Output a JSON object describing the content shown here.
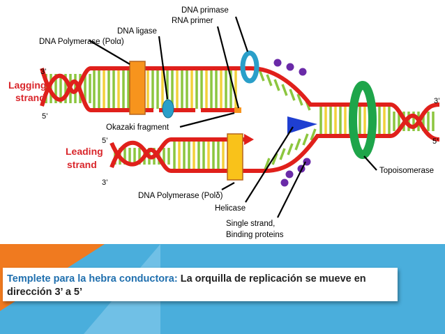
{
  "labels": {
    "dna_primase": "DNA primase",
    "rna_primer": "RNA primer",
    "dna_ligase": "DNA ligase",
    "pol_alpha": "DNA Polymerase (Polα)",
    "lagging_1": "Lagging",
    "lagging_2": "strand",
    "lag_3p": "3’",
    "lag_5p": "5’",
    "okazaki": "Okazaki fragment",
    "lead_5p": "5’",
    "leading_1": "Leading",
    "leading_2": "strand",
    "lead_3p": "3’",
    "right_3p": "3’",
    "right_5p": "5’",
    "topoisomerase": "Topoisomerase",
    "pol_delta": "DNA Polymerase (Polδ)",
    "helicase": "Helicase",
    "ssb_1": "Single strand,",
    "ssb_2": "Binding proteins"
  },
  "caption": {
    "emphasis": "Templete para la hebra conductora:",
    "text": " La orquilla de replicación se mueve en dirección 3’ a 5’"
  },
  "colors": {
    "strand_red": "#e0201b",
    "rung_green": "#8cc63f",
    "polymerase_orange": "#f7941d",
    "label_red": "#d9252a",
    "helicase_blue": "#1f3fd1",
    "topo_green": "#1ea54a",
    "ssb_purple": "#6a2aa8",
    "band_blue": "#4aaedc",
    "band_orange": "#f07a1f"
  }
}
